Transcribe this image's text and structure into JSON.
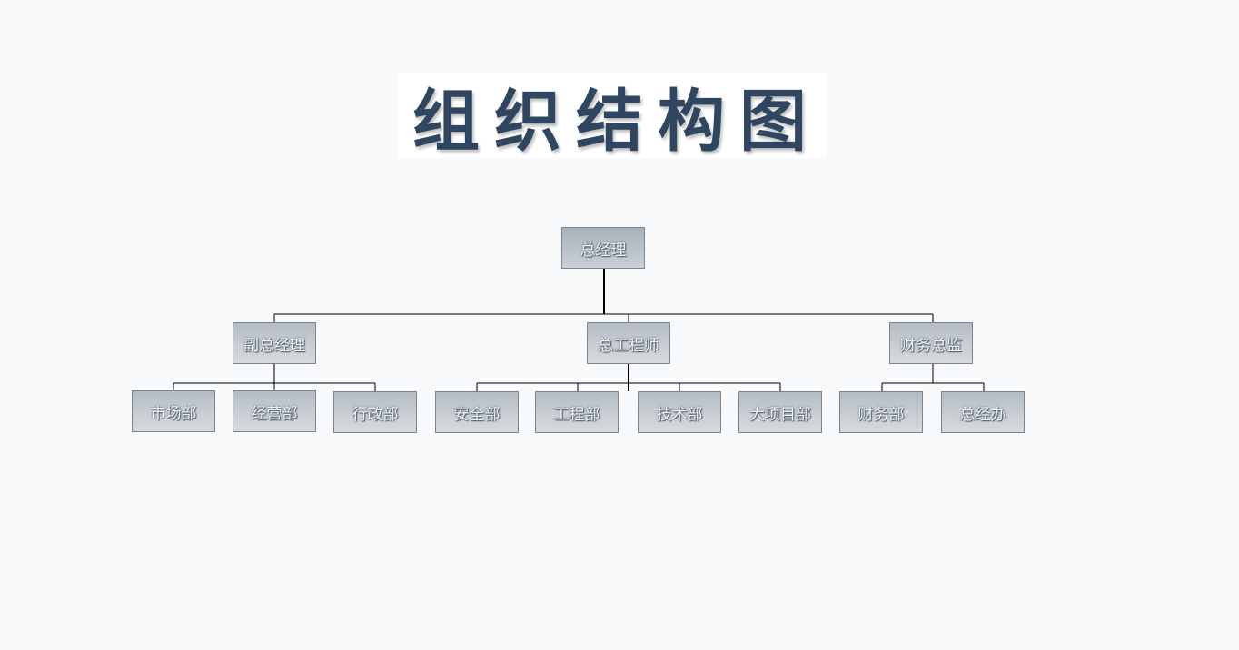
{
  "title": "组织结构图",
  "root": {
    "label": "总经理"
  },
  "managers": [
    {
      "label": "副总经理",
      "departments": [
        "市场部",
        "经营部",
        "行政部"
      ]
    },
    {
      "label": "总工程师",
      "departments": [
        "安全部",
        "工程部",
        "技术部",
        "大项目部"
      ]
    },
    {
      "label": "财务总监",
      "departments": [
        "财务部",
        "总经办"
      ]
    }
  ],
  "colors": {
    "title": "#2f4560",
    "node_border": "#7d8690",
    "node_fill_top": "#b4bcc3",
    "node_fill_bottom": "#d5dadd",
    "connector": "#000000",
    "background": "#f8f9fb"
  }
}
